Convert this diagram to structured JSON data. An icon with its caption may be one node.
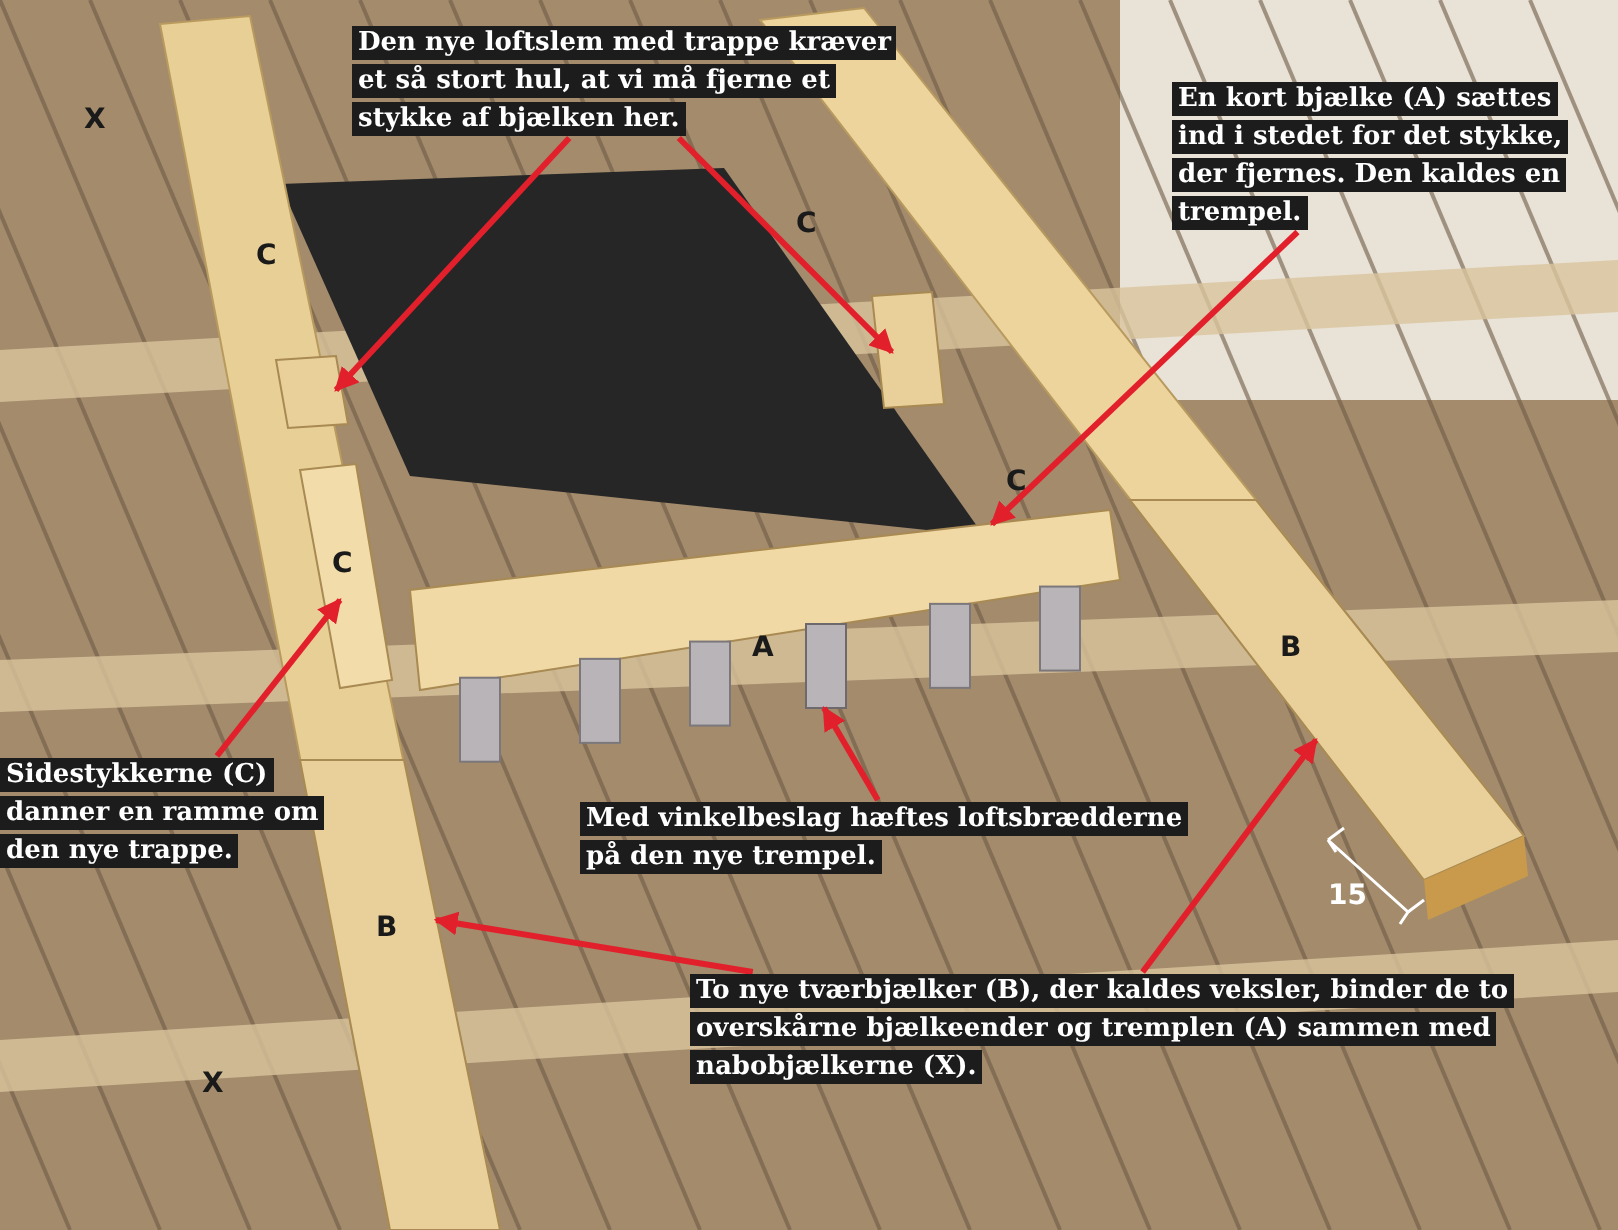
{
  "diagram": {
    "nodes": [
      {
        "text": [
          "Den nye loftslem med trappe kræver et så stort hul, at vi må fjerne et stykke af bjælken her."
        ]
      },
      {
        "text": [],
        "shape": "bar"
      },
      {
        "text": [],
        "shape": "bar"
      },
      {
        "text": [
          "En kort bjælke (A) sættes ind i stedet for det stykke, der fjernes. Den kaldes en trempel."
        ]
      },
      {
        "text": [],
        "shape": "bar"
      },
      {
        "text": [
          "Sidestykkerne (C) danner en ramme om den nye trappe."
        ]
      },
      {
        "text": [],
        "shape": "bar"
      },
      {
        "text": [
          "Med vinkelbeslag hæftes loftsbrædderne på den nye trempel."
        ]
      },
      {
        "text": [],
        "shape": "box"
      },
      {
        "text": [
          "To nye tværbjælker (B), der kaldes veksler, binder de to overskårne bjælkeender og tremplen (A) sammen med nabobjælkerne (X)."
        ]
      },
      {
        "text": [],
        "shape": "bar"
      },
      {
        "text": [],
        "shape": "bar"
      }
    ],
    "edges": [
      {
        "from": 0,
        "to": 1,
        "arrow": "to"
      },
      {
        "from": 0,
        "to": 2,
        "arrow": "to"
      },
      {
        "from": 3,
        "to": 4,
        "arrow": "to"
      },
      {
        "from": 5,
        "to": 6,
        "arrow": "to"
      },
      {
        "from": 7,
        "to": 8,
        "arrow": "to"
      },
      {
        "from": 9,
        "to": 10,
        "arrow": "to"
      },
      {
        "from": 9,
        "to": 11,
        "arrow": "to"
      }
    ],
    "labels": [
      "X",
      "C",
      "C",
      "C",
      "C",
      "A",
      "B",
      "15",
      "B",
      "X"
    ]
  }
}
